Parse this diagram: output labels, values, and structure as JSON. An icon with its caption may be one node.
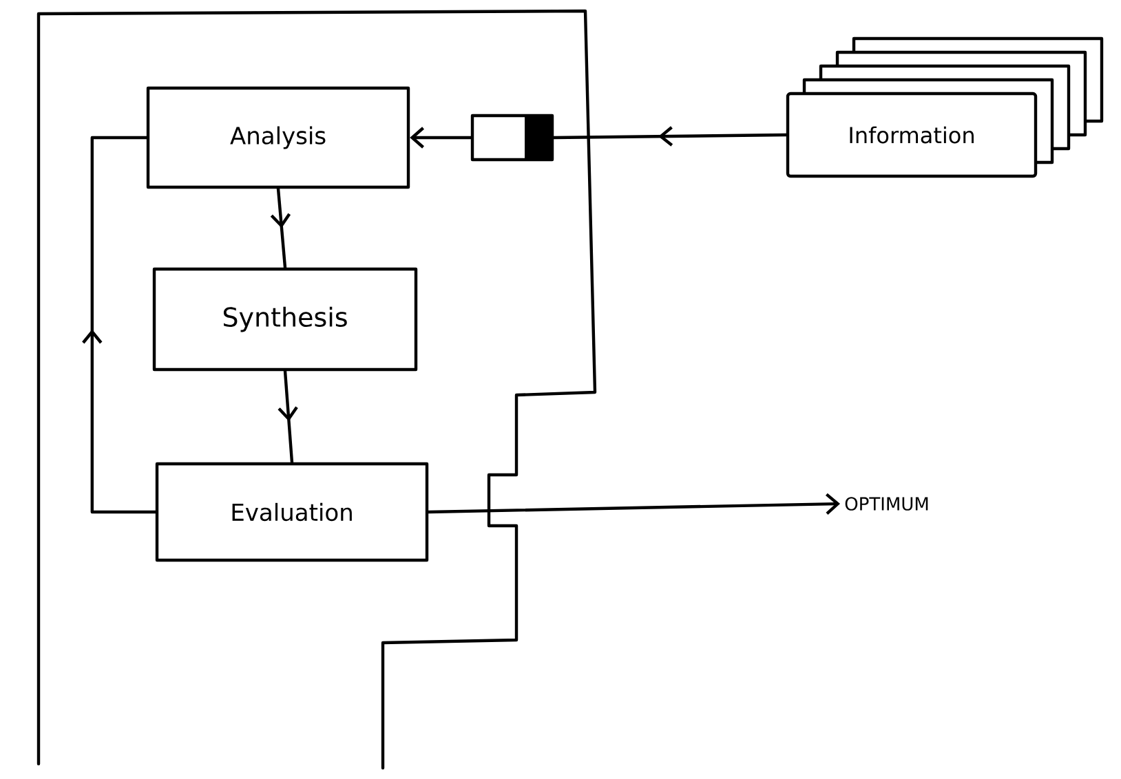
{
  "diagram": {
    "nodes": [
      {
        "text": [
          "Analysis"
        ]
      },
      {
        "text": [
          "Synthesis"
        ]
      },
      {
        "text": [
          "Evaluation"
        ]
      },
      {
        "text": [
          "Information"
        ]
      },
      {
        "text": [],
        "shape": "box"
      },
      {
        "text": [
          "OPTIMUM"
        ]
      }
    ],
    "edges": [
      {
        "from": 3,
        "to": 4,
        "arrow": "to"
      },
      {
        "from": 4,
        "to": 0,
        "arrow": "to"
      },
      {
        "from": 0,
        "to": 1,
        "arrow": "to"
      },
      {
        "from": 1,
        "to": 2,
        "arrow": "to"
      },
      {
        "from": 2,
        "to": 0,
        "arrow": "to"
      },
      {
        "from": 2,
        "to": 5,
        "arrow": "to"
      }
    ]
  }
}
